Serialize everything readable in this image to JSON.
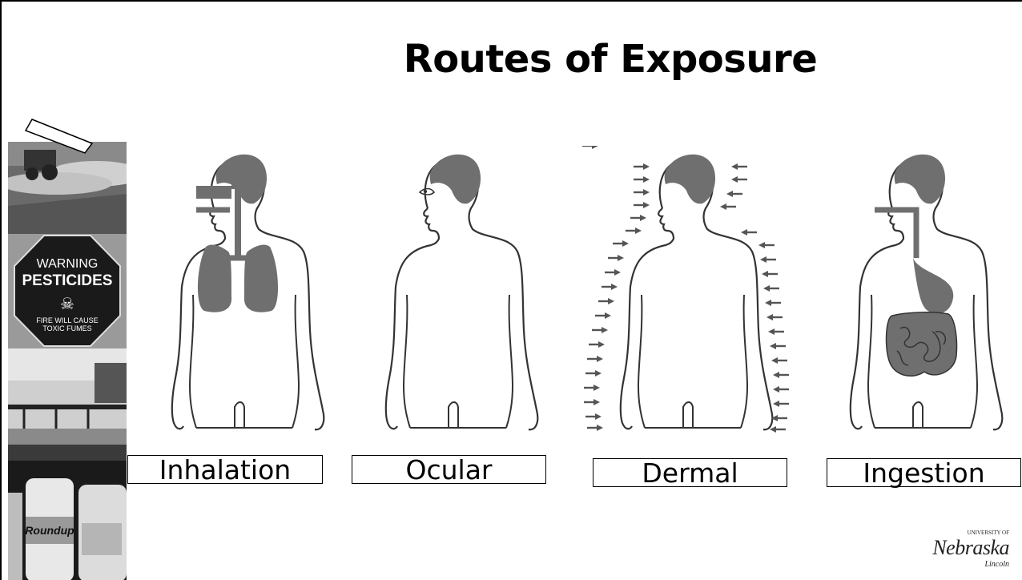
{
  "slide": {
    "title": "Routes of Exposure"
  },
  "routes": [
    {
      "label": "Inhalation"
    },
    {
      "label": "Ocular"
    },
    {
      "label": "Dermal"
    },
    {
      "label": "Ingestion"
    }
  ],
  "side_images": {
    "sign": {
      "line1": "WARNING",
      "line2": "PESTICIDES",
      "line3": "FIRE WILL CAUSE",
      "line4": "TOXIC FUMES"
    },
    "bottle": {
      "brand": "Roundup"
    }
  },
  "logo": {
    "top": "UNIVERSITY OF",
    "name": "Nebraska",
    "sub": "Lincoln"
  },
  "colors": {
    "organ": "#6f6f6f",
    "hair": "#6f6f6f",
    "outline": "#333333"
  }
}
